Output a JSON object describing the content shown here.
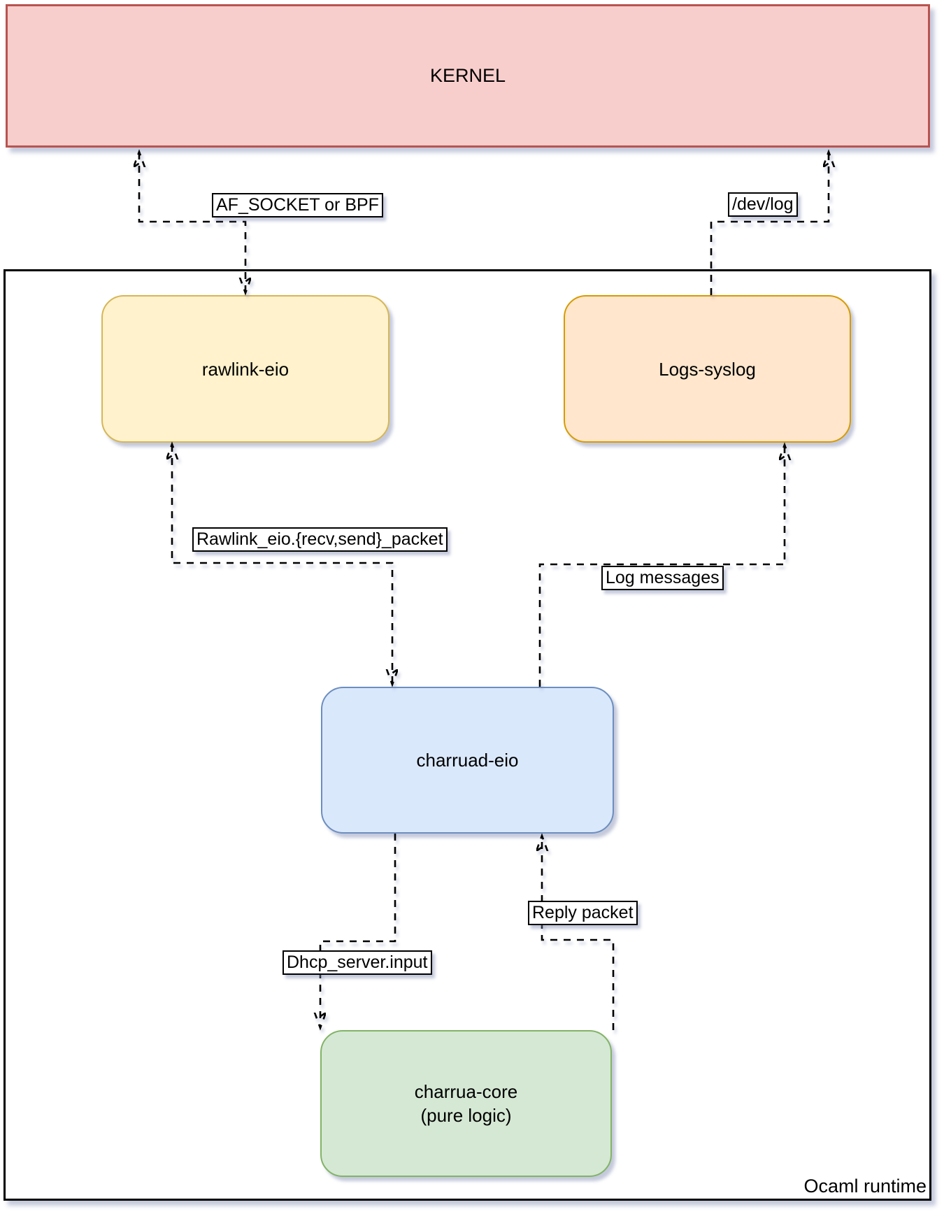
{
  "kernel": {
    "label": "KERNEL",
    "fill": "#f8cecc",
    "border": "#b85450"
  },
  "runtime": {
    "label": "Ocaml runtime",
    "fill": "#ffffff",
    "border": "#000000"
  },
  "nodes": {
    "rawlink": {
      "label": "rawlink-eio",
      "fill": "#fff2cc",
      "border": "#d6b656"
    },
    "logs": {
      "label": "Logs-syslog",
      "fill": "#ffe6cc",
      "border": "#d79b00"
    },
    "charruad": {
      "label": "charruad-eio",
      "fill": "#dae8fc",
      "border": "#6c8ebf"
    },
    "charrua": {
      "label": "charrua-core",
      "sublabel": "(pure logic)",
      "fill": "#d5e8d4",
      "border": "#82b366"
    }
  },
  "edges": {
    "af_socket": {
      "label": "AF_SOCKET or BPF"
    },
    "dev_log": {
      "label": "/dev/log"
    },
    "rawlink_api": {
      "label": "Rawlink_eio.{recv,send}_packet"
    },
    "log_messages": {
      "label": "Log messages"
    },
    "dhcp_input": {
      "label": "Dhcp_server.input"
    },
    "reply_packet": {
      "label": "Reply packet"
    }
  },
  "edge_color": "#000000"
}
